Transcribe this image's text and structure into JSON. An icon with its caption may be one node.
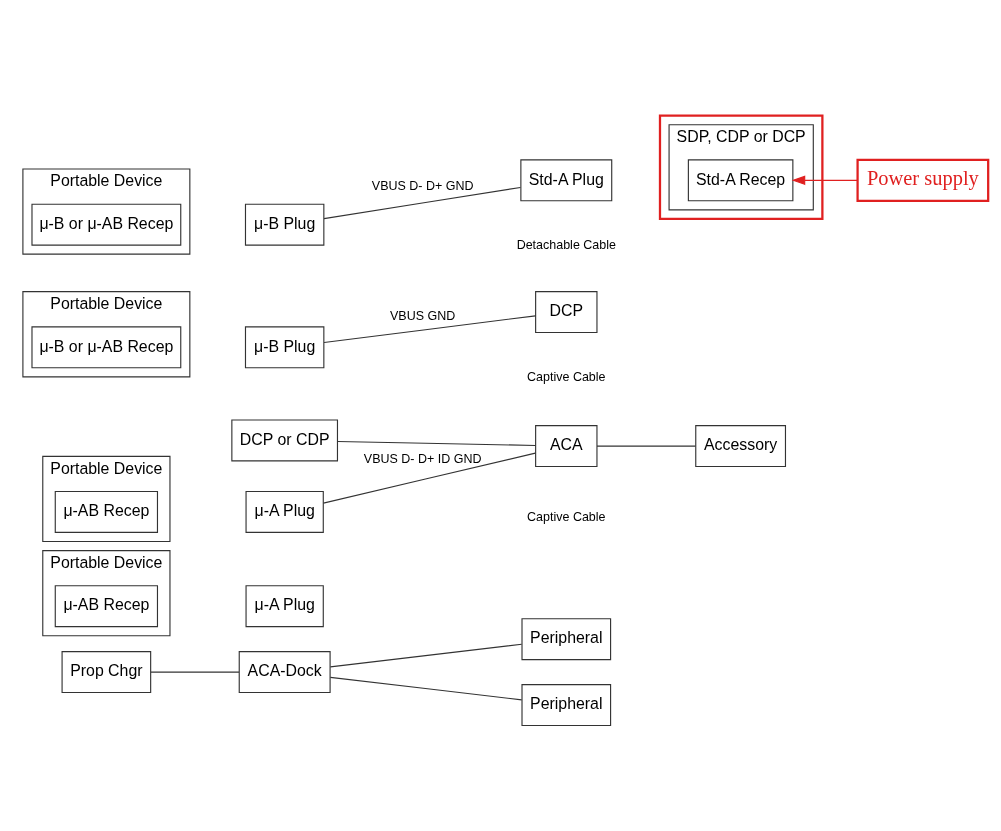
{
  "diagram": {
    "nodes": [
      {
        "text": [
          "Portable Device"
        ]
      },
      {
        "text": [
          "μ-B or μ-AB Recep"
        ],
        "in": 0
      },
      {
        "text": [
          "μ-B Plug"
        ]
      },
      {
        "text": [
          "Std-A Plug"
        ]
      },
      {
        "text": [
          "SDP, CDP or DCP"
        ],
        "in": 6
      },
      {
        "text": [
          "Std-A Recep"
        ],
        "in": 4
      },
      {
        "text": [],
        "shape": "box"
      },
      {
        "text": [
          "Power supply"
        ]
      },
      {
        "text": [
          "Portable Device"
        ]
      },
      {
        "text": [
          "μ-B or μ-AB Recep"
        ],
        "in": 8
      },
      {
        "text": [
          "μ-B Plug"
        ]
      },
      {
        "text": [
          "DCP"
        ]
      },
      {
        "text": [
          "Portable Device"
        ]
      },
      {
        "text": [
          "μ-AB Recep"
        ],
        "in": 12
      },
      {
        "text": [
          "μ-A Plug"
        ]
      },
      {
        "text": [
          "DCP or CDP"
        ]
      },
      {
        "text": [
          "ACA"
        ]
      },
      {
        "text": [
          "Accessory"
        ]
      },
      {
        "text": [
          "ACA-Dock"
        ]
      },
      {
        "text": [
          "Portable Device"
        ]
      },
      {
        "text": [
          "μ-AB Recep"
        ],
        "in": 19
      },
      {
        "text": [
          "μ-A Plug"
        ]
      },
      {
        "text": [
          "Prop Chgr"
        ]
      },
      {
        "text": [
          "Peripheral"
        ]
      },
      {
        "text": [
          "Peripheral"
        ]
      }
    ],
    "edges": [
      {
        "from": 2,
        "to": 3,
        "arrow": "none",
        "label": "VBUS D- D+ GND"
      },
      {
        "from": 7,
        "to": 6,
        "arrow": "to",
        "color": "#e02020"
      },
      {
        "from": 10,
        "to": 11,
        "arrow": "none",
        "label": "VBUS GND"
      },
      {
        "from": 14,
        "to": 16,
        "arrow": "none",
        "label": "VBUS D- D+ ID GND"
      },
      {
        "from": 15,
        "to": 16,
        "arrow": "none"
      },
      {
        "from": 16,
        "to": 17,
        "arrow": "none"
      },
      {
        "from": 22,
        "to": 18,
        "arrow": "none"
      },
      {
        "from": 18,
        "to": 23,
        "arrow": "none"
      },
      {
        "from": 18,
        "to": 24,
        "arrow": "none"
      }
    ],
    "labels": [
      "Detachable Cable",
      "Captive Cable",
      "Captive Cable"
    ]
  }
}
